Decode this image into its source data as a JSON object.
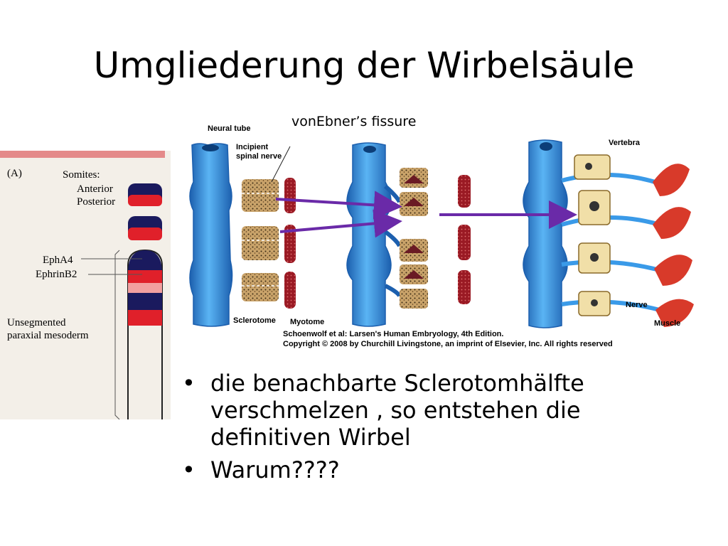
{
  "slide": {
    "title": "Umgliederung der Wirbelsäule",
    "fissure_label": "vonEbner’s fissure"
  },
  "figure_a": {
    "panel_label": "(A)",
    "somites_label": "Somites:",
    "anterior_label": "Anterior",
    "posterior_label": "Posterior",
    "epha4_label": "EphA4",
    "ephrinb2_label": "EphrinB2",
    "unsegmented_label_1": "Unsegmented",
    "unsegmented_label_2": "paraxial mesoderm",
    "colors": {
      "navy": "#1a1a5e",
      "red": "#e0202a",
      "pink": "#f2a0a0"
    }
  },
  "figure_b": {
    "neural_tube_label": "Neural tube",
    "incipient_label_1": "Incipient",
    "incipient_label_2": "spinal nerve",
    "sclerotome_label": "Sclerotome",
    "myotome_label": "Myotome",
    "vertebra_label": "Vertebra",
    "nerve_label": "Nerve",
    "muscle_label": "Muscle",
    "credit_line_1": "Schoenwolf et al: Larsen's Human Embryology, 4th Edition.",
    "credit_line_2": "Copyright © 2008 by Churchill Livingstone, an imprint of Elsevier, Inc. All rights reserved",
    "colors": {
      "tube": "#3a9ae8",
      "tube_edge": "#1c5fae",
      "sclerotome": "#c9a36a",
      "myotome": "#9a1a24",
      "vertebra": "#f1dfa8",
      "arrow": "#6a2aa8",
      "muscle": "#d83a2a"
    }
  },
  "bullets": [
    "die benachbarte Sclerotomhälfte verschmelzen , so entstehen die definitiven Wirbel",
    "Warum????"
  ]
}
